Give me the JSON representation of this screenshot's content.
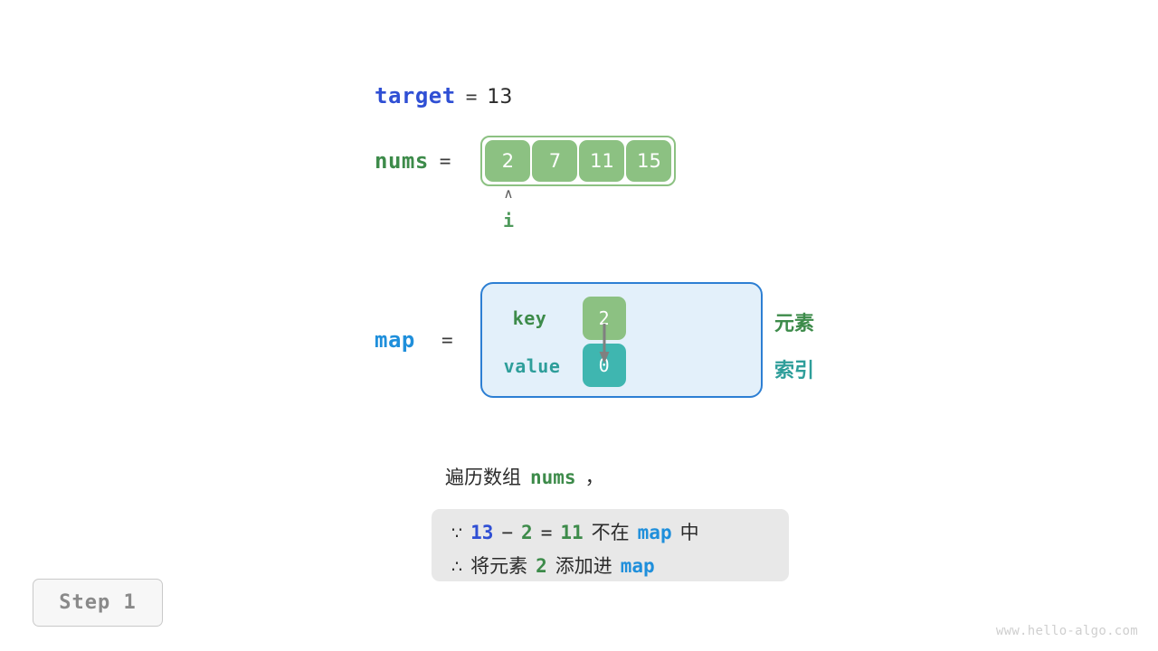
{
  "target": {
    "name": "target",
    "eq": "=",
    "value": "13"
  },
  "nums": {
    "name": "nums",
    "eq": "=",
    "cells": [
      "2",
      "7",
      "11",
      "15"
    ]
  },
  "pointer": {
    "caret": "∧",
    "label": "i"
  },
  "map": {
    "name": "map",
    "eq": "=",
    "key_label": "key",
    "value_label": "value",
    "key_cell": "2",
    "value_cell": "0",
    "legend_element": "元素",
    "legend_index": "索引"
  },
  "caption": {
    "prefix": "遍历数组",
    "var": "nums",
    "suffix": "，"
  },
  "note": {
    "line1": {
      "symbol": "∵",
      "a": "13",
      "minus": "−",
      "b": "2",
      "equals": "=",
      "c": "11",
      "mid": "不在",
      "map": "map",
      "tail": "中"
    },
    "line2": {
      "symbol": "∴",
      "pre": "将元素",
      "elem": "2",
      "mid": "添加进",
      "map": "map"
    }
  },
  "step": {
    "label": "Step 1"
  },
  "watermark": {
    "text": "www.hello-algo.com"
  },
  "colors": {
    "green_fill": "#8cc182",
    "green_text": "#3d8b4a",
    "teal_fill": "#3fb6b0",
    "teal_text": "#2e9e9a",
    "blue_bright": "#1f8fdb",
    "blue_royal": "#2f4fd4",
    "map_bg": "#e3f0fa",
    "map_border": "#2d7fd3",
    "note_bg": "#e8e8e8",
    "arrow_gray": "#808080"
  }
}
